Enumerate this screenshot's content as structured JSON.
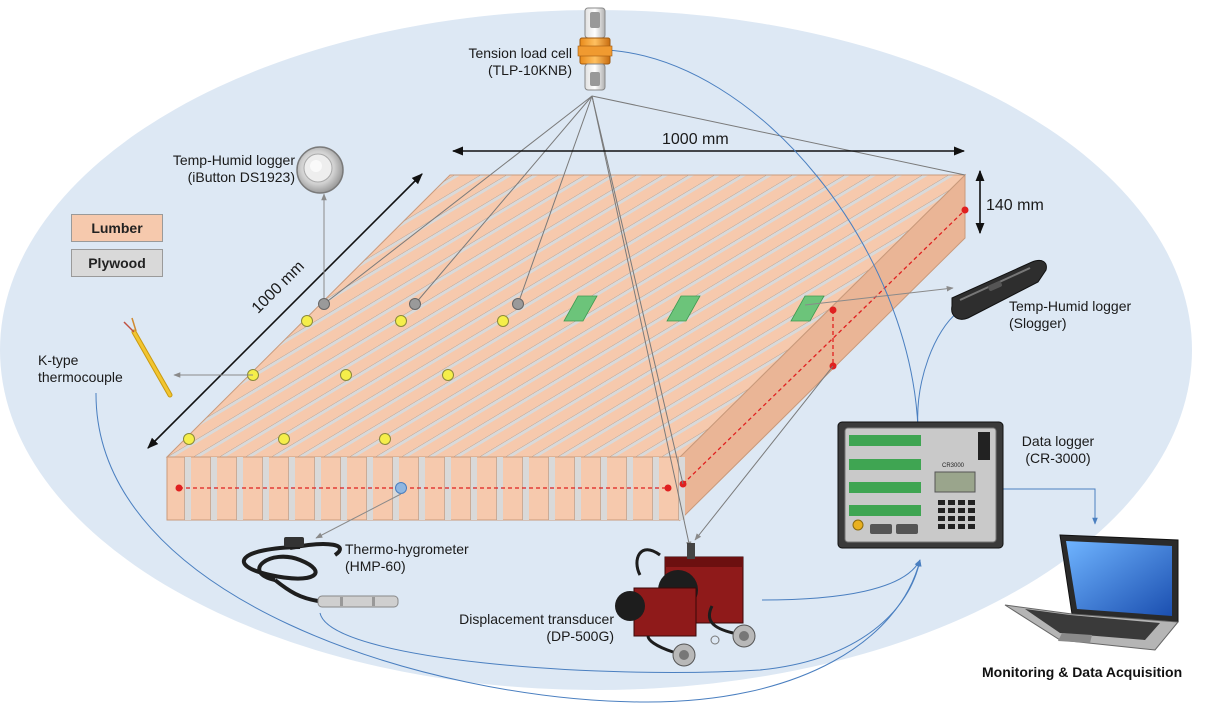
{
  "colors": {
    "ellipse": "#dde8f4",
    "lumber": "#f6c9ad",
    "plywood": "#d9d9d9",
    "lumber_side": "#eab596",
    "accent_line": "#4a7fc0",
    "measure_red": "#e02020",
    "strain_gauge": "#6cc47a",
    "dot_yellow": "#f5ee4a",
    "dot_gray": "#9a9a9a"
  },
  "legend": {
    "lumber": "Lumber",
    "plywood": "Plywood"
  },
  "dimensions": {
    "top_width": "1000 mm",
    "left_length": "1000 mm",
    "thickness": "140 mm"
  },
  "labels": {
    "load_cell_line1": "Tension load cell",
    "load_cell_line2": "(TLP-10KNB)",
    "ibutton_line1": "Temp-Humid logger",
    "ibutton_line2": "(iButton DS1923)",
    "slogger_line1": "Temp-Humid logger",
    "slogger_line2": "(Slogger)",
    "thermocouple_line1": "K-type",
    "thermocouple_line2": "thermocouple",
    "datalogger_line1": "Data logger",
    "datalogger_line2": "(CR-3000)",
    "hygrometer_line1": "Thermo-hygrometer",
    "hygrometer_line2": "(HMP-60)",
    "transducer_line1": "Displacement transducer",
    "transducer_line2": "(DP-500G)",
    "monitoring": "Monitoring & Data Acquisition"
  },
  "device_marks": {
    "datalogger_brand": "CR3000"
  }
}
